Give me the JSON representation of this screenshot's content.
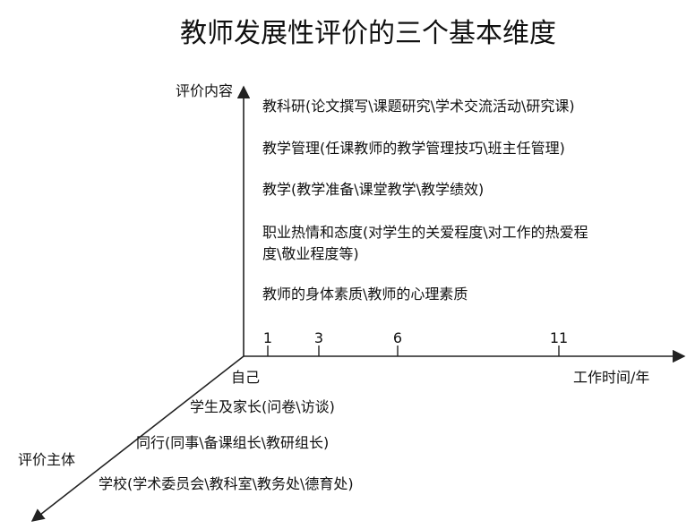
{
  "title": "教师发展性评价的三个基本维度",
  "axes": {
    "content_label": "评价内容",
    "time_label": "工作时间/年",
    "subject_label": "评价主体"
  },
  "content_items": [
    {
      "lines": [
        "教科研(论文撰写\\课题研究\\学术交流活动\\研究课)"
      ]
    },
    {
      "lines": [
        "教学管理(任课教师的教学管理技巧\\班主任管理)"
      ]
    },
    {
      "lines": [
        "教学(教学准备\\课堂教学\\教学绩效)"
      ]
    },
    {
      "lines": [
        "职业热情和态度(对学生的关爱程度\\对工作的热爱程",
        "度\\敬业程度等)"
      ]
    },
    {
      "lines": [
        "教师的身体素质\\教师的心理素质"
      ]
    }
  ],
  "time_ticks": [
    "1",
    "3",
    "6",
    "11"
  ],
  "subjects": [
    "自己",
    "学生及家长(问卷\\访谈)",
    "同行(同事\\备课组长\\教研组长)",
    "学校(学术委员会\\教科室\\教务处\\德育处)"
  ]
}
